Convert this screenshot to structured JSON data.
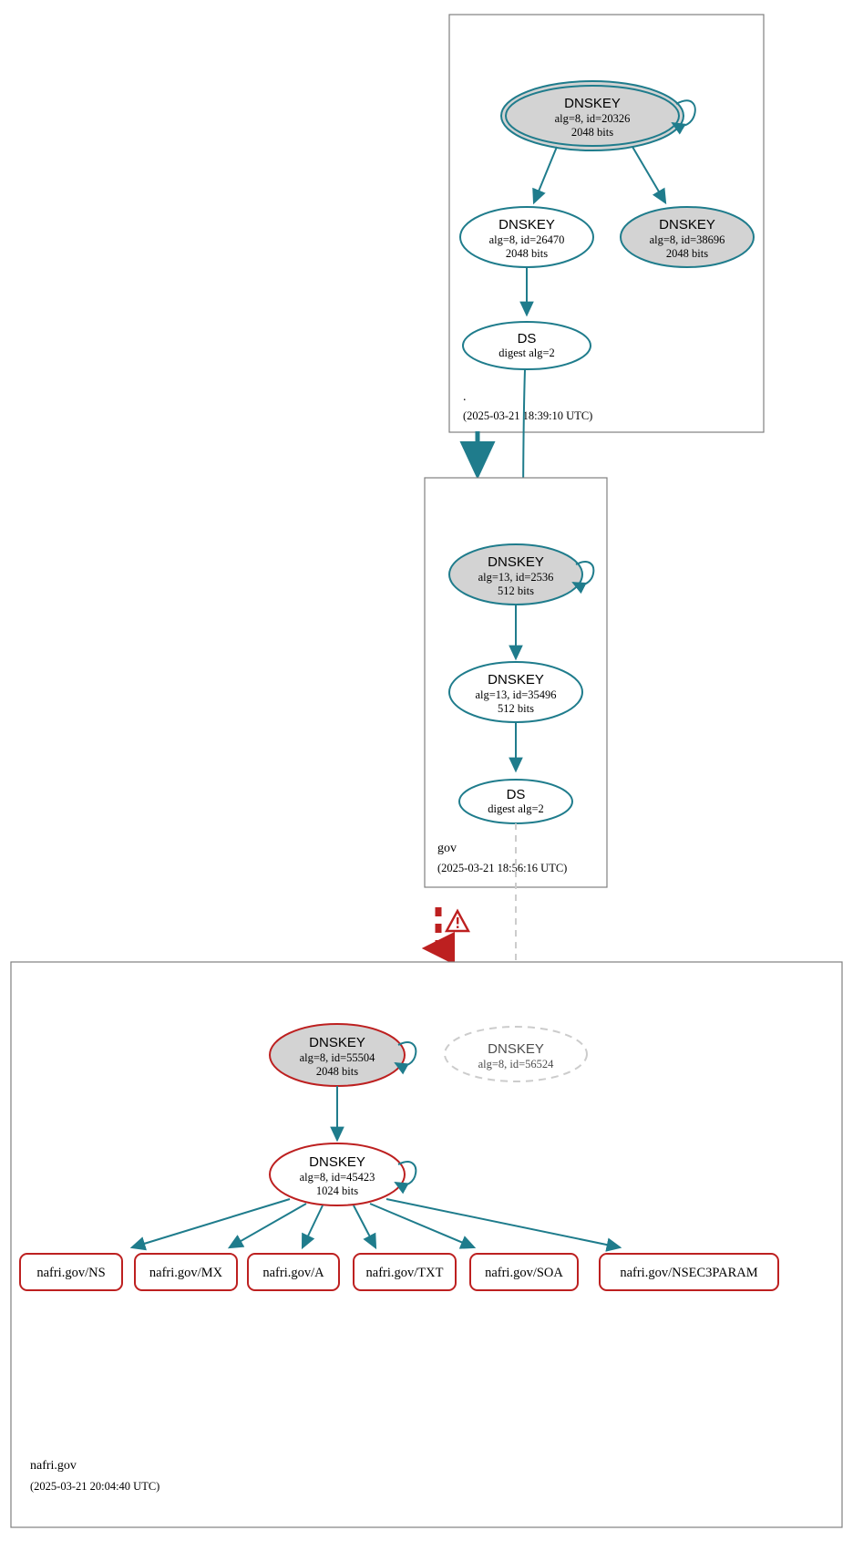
{
  "diagram": {
    "type": "dnssec-authentication-chain",
    "colors": {
      "secure": "#1f7c8c",
      "error": "#bd2020",
      "inactive": "#cccccc",
      "key_fill": "#d3d3d3",
      "box_stroke": "#808080"
    }
  },
  "zones": [
    {
      "id": "root",
      "label": ".",
      "timestamp": "(2025-03-21 18:39:10 UTC)",
      "nodes": [
        {
          "id": "root-ksk",
          "type": "DNSKEY",
          "title": "DNSKEY",
          "line2": "alg=8, id=20326",
          "line3": "2048 bits",
          "alg": 8,
          "key_id": 20326,
          "bits": 2048,
          "role": "ksk",
          "style": "secure-trust-anchor",
          "self_sign": true
        },
        {
          "id": "root-zsk",
          "type": "DNSKEY",
          "title": "DNSKEY",
          "line2": "alg=8, id=26470",
          "line3": "2048 bits",
          "alg": 8,
          "key_id": 26470,
          "bits": 2048,
          "role": "zsk",
          "style": "secure",
          "self_sign": false
        },
        {
          "id": "root-key-38696",
          "type": "DNSKEY",
          "title": "DNSKEY",
          "line2": "alg=8, id=38696",
          "line3": "2048 bits",
          "alg": 8,
          "key_id": 38696,
          "bits": 2048,
          "role": "ksk",
          "style": "secure-filled",
          "self_sign": false
        },
        {
          "id": "root-ds",
          "type": "DS",
          "title": "DS",
          "line2": "digest alg=2",
          "line3": "",
          "digest_alg": 2,
          "style": "secure"
        }
      ]
    },
    {
      "id": "gov",
      "label": "gov",
      "timestamp": "(2025-03-21 18:56:16 UTC)",
      "nodes": [
        {
          "id": "gov-ksk",
          "type": "DNSKEY",
          "title": "DNSKEY",
          "line2": "alg=13, id=2536",
          "line3": "512 bits",
          "alg": 13,
          "key_id": 2536,
          "bits": 512,
          "role": "ksk",
          "style": "secure-filled",
          "self_sign": true
        },
        {
          "id": "gov-zsk",
          "type": "DNSKEY",
          "title": "DNSKEY",
          "line2": "alg=13, id=35496",
          "line3": "512 bits",
          "alg": 13,
          "key_id": 35496,
          "bits": 512,
          "role": "zsk",
          "style": "secure",
          "self_sign": false
        },
        {
          "id": "gov-ds",
          "type": "DS",
          "title": "DS",
          "line2": "digest alg=2",
          "line3": "",
          "digest_alg": 2,
          "style": "secure"
        }
      ]
    },
    {
      "id": "nafri-gov",
      "label": "nafri.gov",
      "timestamp": "(2025-03-21 20:04:40 UTC)",
      "nodes": [
        {
          "id": "nafri-ksk",
          "type": "DNSKEY",
          "title": "DNSKEY",
          "line2": "alg=8, id=55504",
          "line3": "2048 bits",
          "alg": 8,
          "key_id": 55504,
          "bits": 2048,
          "role": "ksk",
          "style": "error-filled",
          "self_sign": true
        },
        {
          "id": "nafri-phantom",
          "type": "DNSKEY",
          "title": "DNSKEY",
          "line2": "alg=8, id=56524",
          "line3": "",
          "alg": 8,
          "key_id": 56524,
          "role": "referenced",
          "style": "inactive-dashed",
          "self_sign": false
        },
        {
          "id": "nafri-zsk",
          "type": "DNSKEY",
          "title": "DNSKEY",
          "line2": "alg=8, id=45423",
          "line3": "1024 bits",
          "alg": 8,
          "key_id": 45423,
          "bits": 1024,
          "role": "zsk",
          "style": "error",
          "self_sign": true
        }
      ],
      "rrsets": [
        {
          "id": "rr-ns",
          "label": "nafri.gov/NS"
        },
        {
          "id": "rr-mx",
          "label": "nafri.gov/MX"
        },
        {
          "id": "rr-a",
          "label": "nafri.gov/A"
        },
        {
          "id": "rr-txt",
          "label": "nafri.gov/TXT"
        },
        {
          "id": "rr-soa",
          "label": "nafri.gov/SOA"
        },
        {
          "id": "rr-nsec3param",
          "label": "nafri.gov/NSEC3PARAM"
        }
      ]
    }
  ],
  "delegations": [
    {
      "from": "root-ds",
      "to": "gov-ksk",
      "style": "secure"
    },
    {
      "from": "gov-ds",
      "to": "nafri-phantom",
      "style": "inactive-dashed"
    },
    {
      "from": "gov",
      "to": "nafri-gov",
      "style": "error-dashed",
      "warning_icon": "warning-triangle-icon"
    }
  ]
}
